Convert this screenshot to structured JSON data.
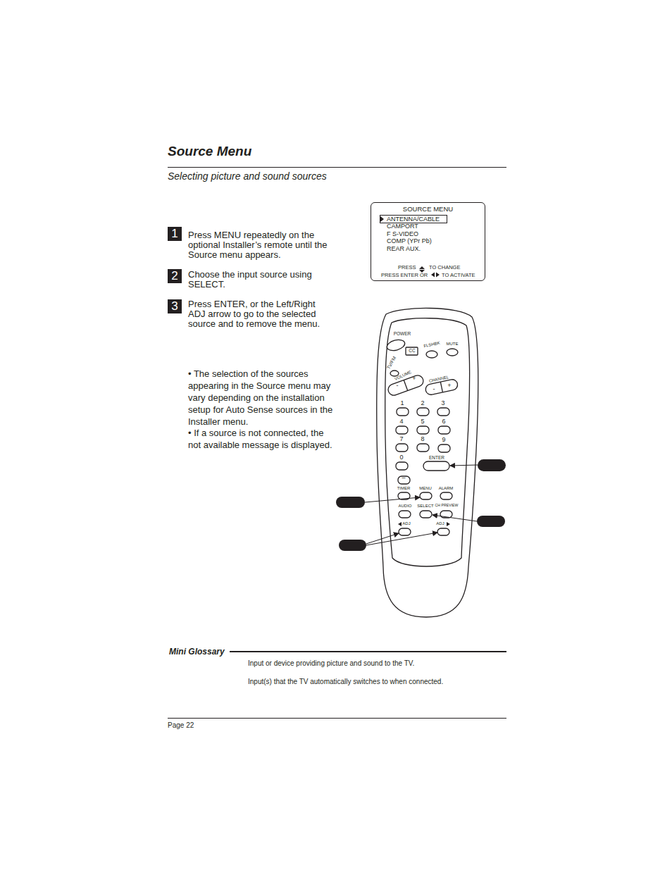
{
  "diagram": {
    "title": "Source Menu",
    "nodes": [
      {
        "text": [
          "1"
        ]
      },
      {
        "text": [
          "2"
        ]
      },
      {
        "text": [
          "3"
        ]
      },
      {
        "text": [
          "SOURCE MENU",
          "ANTENNA/CABLE",
          "CAMPORT",
          "F S-VIDEO",
          "COMP (YPr Pb)",
          "REAR AUX.",
          "PRESS",
          "TO CHANGE",
          "PRESS ENTER OR",
          "TO ACTIVATE"
        ]
      }
    ],
    "labels": [
      "Selecting picture and sound sources",
      "Press MENU repeatedly on the optional Installer’s remote until the Source menu appears.",
      "Choose the input source using SELECT.",
      "Press ENTER, or the Left/Right ADJ arrow to go to the selected source and to remove the menu.",
      "• The selection of the sources appearing in the Source menu may vary depending on the installation setup for Auto Sense sources in the Installer menu.",
      "• If a source is not connected, the not available message is displayed.",
      "POWER",
      "CC",
      "FLSHBK",
      "MUTE",
      "TV/FM",
      "VOLUME",
      "-",
      "+",
      "CHANNEL",
      "-",
      "+",
      "1",
      "2",
      "3",
      "4",
      "5",
      "6",
      "7",
      "8",
      "9",
      "0",
      "ENTER",
      "–",
      "TIMER",
      "MENU",
      "ALARM",
      "AUDIO",
      "SELECT",
      "CH PREVIEW",
      "ADJ",
      "ADJ",
      "Mini Glossary",
      "Input or device providing picture and sound to the TV.",
      "Input(s) that the TV automatically switches to when connected.",
      "Page 22"
    ]
  }
}
